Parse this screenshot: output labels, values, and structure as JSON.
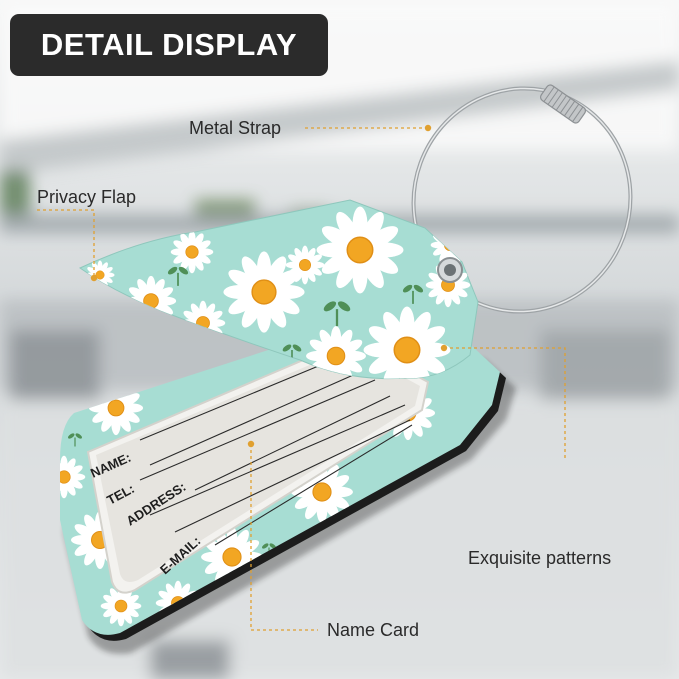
{
  "banner": {
    "title": "DETAIL DISPLAY"
  },
  "callouts": {
    "metal_strap": "Metal Strap",
    "privacy_flap": "Privacy Flap",
    "exquisite_patterns": "Exquisite patterns",
    "name_card": "Name Card"
  },
  "card_fields": {
    "name": "NAME:",
    "tel": "TEL:",
    "address": "ADDRESS:",
    "email": "E-MAIL:"
  },
  "colors": {
    "banner_bg": "#2b2b2b",
    "banner_text": "#ffffff",
    "tag_mint": "#a7ddd3",
    "daisy_petal": "#ffffff",
    "daisy_center": "#f2a623",
    "leader_line": "#e0a030",
    "card_paper": "#e6e4df"
  },
  "icons": [
    "daisy-icon",
    "leaf-icon",
    "metal-ring-icon",
    "grommet-icon"
  ]
}
